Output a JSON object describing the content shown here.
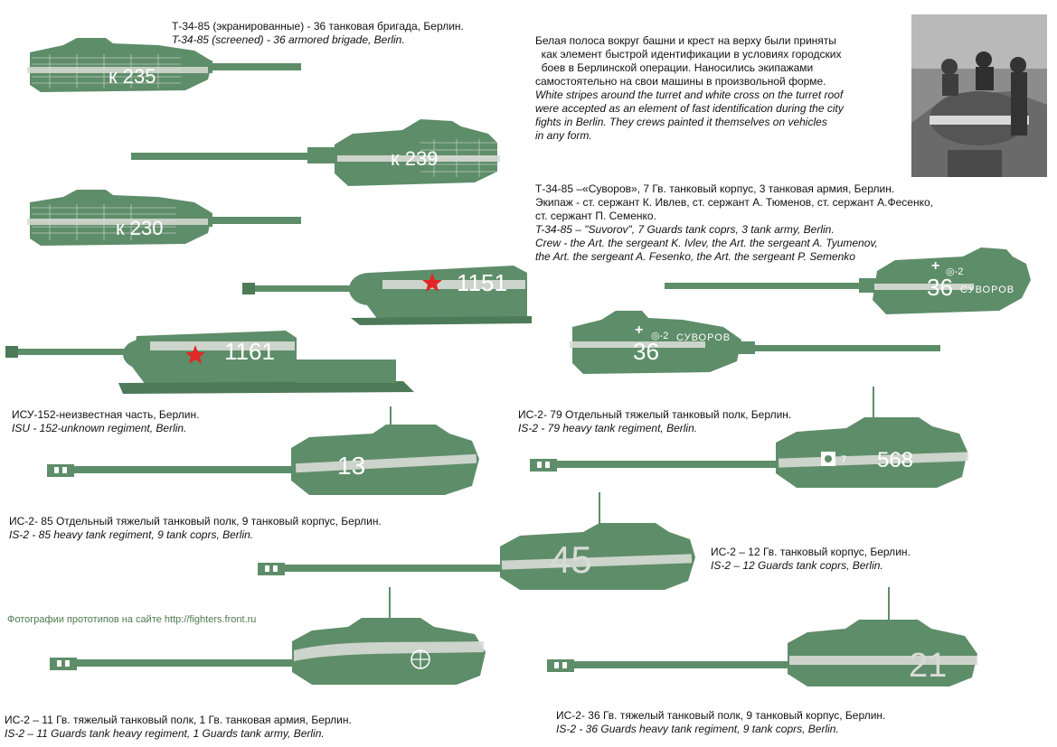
{
  "colors": {
    "tank_green": "#5e8d69",
    "tank_dark": "#4d7a58",
    "stripe": "#d9dcd6",
    "star": "#e32626",
    "site_text": "#4f7a4f"
  },
  "captions": {
    "t34_screened": {
      "ru": "Т-34-85 (экранированные) - 36 танковая бригада, Берлин.",
      "en": "T-34-85 (screened) - 36 armored brigade, Berlin."
    },
    "t34_suvorov": {
      "ru1": "Т-34-85 –«Суворов», 7 Гв. танковый корпус, 3 танковая армия, Берлин.",
      "ru2": "Экипаж - ст. сержант К. Ивлев, ст. сержант А. Тюменов, ст. сержант А.Фесенко,",
      "ru3": "ст. сержант П. Семенко.",
      "en1": "T-34-85 – \"Suvorov\", 7 Guards tank coprs, 3 tank army, Berlin.",
      "en2": "Crew - the Art. the sergeant K. Ivlev, the Art. the sergeant A. Tyumenov,",
      "en3": "the Art. the sergeant A. Fesenko, the Art. the sergeant P. Semenko"
    },
    "isu152": {
      "ru": "ИСУ-152-неизвестная часть, Берлин.",
      "en": "ISU - 152-unknown regiment, Berlin."
    },
    "is2_79": {
      "ru": "ИС-2- 79 Отдельный тяжелый танковый полк, Берлин.",
      "en": "IS-2 - 79 heavy tank regiment, Berlin."
    },
    "is2_85": {
      "ru": "ИС-2- 85 Отдельный тяжелый танковый полк, 9 танковый корпус, Берлин.",
      "en": "IS-2 - 85 heavy tank regiment, 9 tank coprs, Berlin."
    },
    "is2_12": {
      "ru": "ИС-2 – 12 Гв. танковый корпус, Берлин.",
      "en": "IS-2 – 12 Guards tank coprs, Berlin."
    },
    "is2_11": {
      "ru": "ИС-2 – 11 Гв. тяжелый танковый полк, 1 Гв. танковая армия, Берлин.",
      "en": "IS-2 – 11 Guards tank heavy regiment, 1 Guards tank army, Berlin."
    },
    "is2_36": {
      "ru": "ИС-2- 36 Гв. тяжелый танковый полк, 9 танковый корпус, Берлин.",
      "en": "IS-2 - 36 Guards heavy tank regiment, 9 tank coprs, Berlin."
    }
  },
  "note": {
    "ru1": "Белая полоса вокруг башни и крест на верху были приняты",
    "ru2": "  как элемент быстрой идентификации в условиях городских",
    "ru3": "  боев в Берлинской операции. Наносились экипажами",
    "ru4": "самостоятельно на свои машины в произвольной форме.",
    "en1": "White stripes around the turret and white cross on the turret roof",
    "en2": "were accepted as an element of fast identification during the city",
    "en3": "fights in Berlin. They crews painted it themselves on vehicles",
    "en4": "in any form."
  },
  "site": "Фотографии прототипов на сайте http://fighters.front.ru",
  "markings": {
    "t34_a": "к 235",
    "t34_b": "к 239",
    "t34_c": "к 230",
    "isu_a": "1151",
    "isu_b": "1161",
    "suvorov_num": "36",
    "suvorov_sub": "◎-2",
    "suvorov_name_a": "СУВОРОВ",
    "suvorov_name_b": "СУВОРОВ",
    "suvorov_num_b": "36",
    "suvorov_sub_b": "◎-2",
    "is2_13": "13",
    "is2_568": "568",
    "is2_568_sub": "7",
    "is2_45": "45",
    "is2_21": "21"
  }
}
